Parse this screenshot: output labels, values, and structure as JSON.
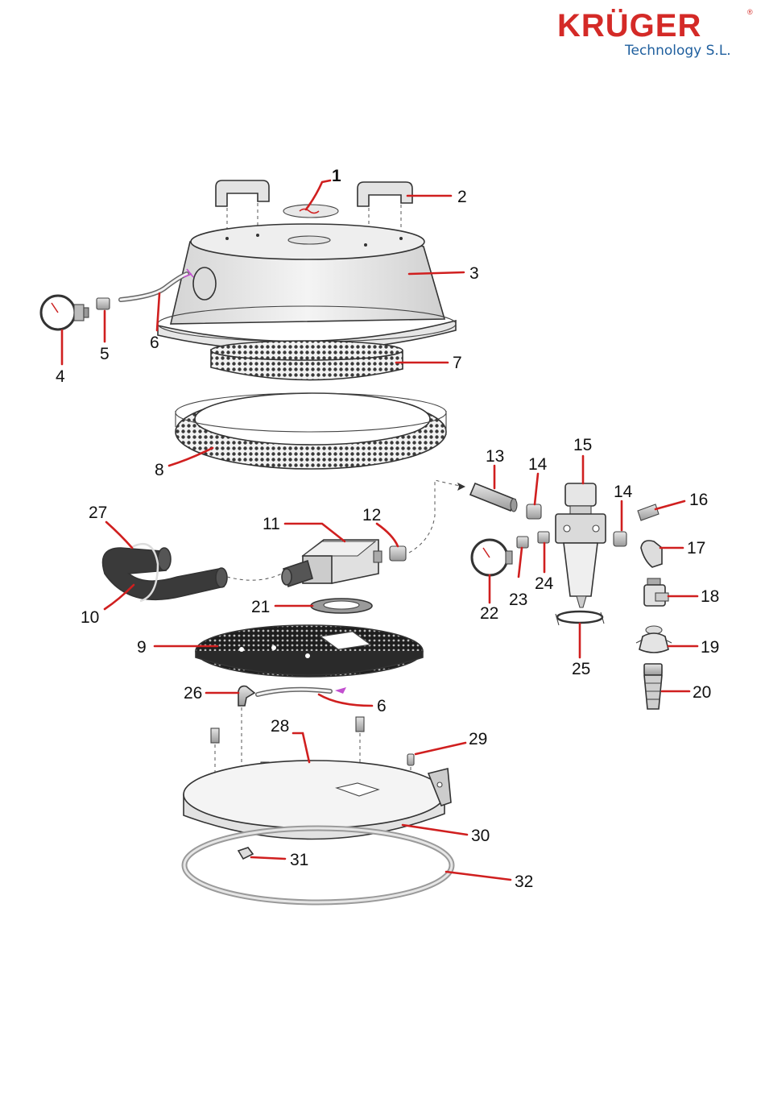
{
  "brand": {
    "name": "KRÜGER",
    "registered": "®",
    "subtitle": "Technology S.L.",
    "accent_color": "#d42a27",
    "subtitle_color": "#1f5f9e"
  },
  "diagram": {
    "leader_color": "#d01f1f",
    "parts": [
      {
        "id": "p1",
        "label": "1"
      },
      {
        "id": "p2",
        "label": "2"
      },
      {
        "id": "p3",
        "label": "3"
      },
      {
        "id": "p4",
        "label": "4"
      },
      {
        "id": "p5",
        "label": "5"
      },
      {
        "id": "p6a",
        "label": "6"
      },
      {
        "id": "p7",
        "label": "7"
      },
      {
        "id": "p8",
        "label": "8"
      },
      {
        "id": "p9",
        "label": "9"
      },
      {
        "id": "p10",
        "label": "10"
      },
      {
        "id": "p11",
        "label": "11"
      },
      {
        "id": "p12",
        "label": "12"
      },
      {
        "id": "p13",
        "label": "13"
      },
      {
        "id": "p14a",
        "label": "14"
      },
      {
        "id": "p14b",
        "label": "14"
      },
      {
        "id": "p15",
        "label": "15"
      },
      {
        "id": "p16",
        "label": "16"
      },
      {
        "id": "p17",
        "label": "17"
      },
      {
        "id": "p18",
        "label": "18"
      },
      {
        "id": "p19",
        "label": "19"
      },
      {
        "id": "p20",
        "label": "20"
      },
      {
        "id": "p21",
        "label": "21"
      },
      {
        "id": "p22",
        "label": "22"
      },
      {
        "id": "p23",
        "label": "23"
      },
      {
        "id": "p24",
        "label": "24"
      },
      {
        "id": "p25",
        "label": "25"
      },
      {
        "id": "p26",
        "label": "26"
      },
      {
        "id": "p6b",
        "label": "6"
      },
      {
        "id": "p27",
        "label": "27"
      },
      {
        "id": "p28",
        "label": "28"
      },
      {
        "id": "p29",
        "label": "29"
      },
      {
        "id": "p30",
        "label": "30"
      },
      {
        "id": "p31",
        "label": "31"
      },
      {
        "id": "p32",
        "label": "32"
      }
    ]
  }
}
